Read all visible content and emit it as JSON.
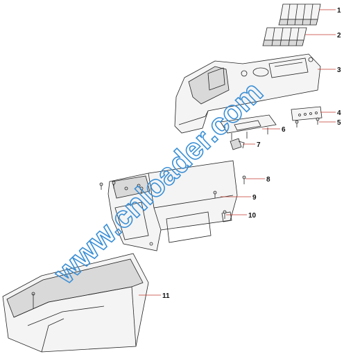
{
  "callouts": [
    "1",
    "2",
    "3",
    "4",
    "5",
    "6",
    "7",
    "8",
    "9",
    "10",
    "11"
  ],
  "watermark": "www.cnloader.com",
  "colors": {
    "line": "#222222",
    "leader": "#c0392b",
    "watermark": "#3a8fd6"
  }
}
